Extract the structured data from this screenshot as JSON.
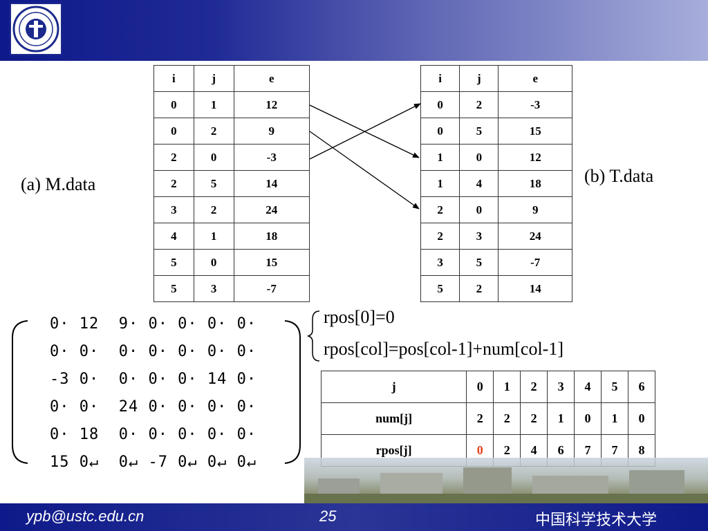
{
  "labels": {
    "m_data": "(a) M.data",
    "t_data": "(b) T.data"
  },
  "headers": {
    "i": "i",
    "j": "j",
    "e": "e"
  },
  "m_rows": [
    [
      "0",
      "1",
      "12"
    ],
    [
      "0",
      "2",
      "9"
    ],
    [
      "2",
      "0",
      "-3"
    ],
    [
      "2",
      "5",
      "14"
    ],
    [
      "3",
      "2",
      "24"
    ],
    [
      "4",
      "1",
      "18"
    ],
    [
      "5",
      "0",
      "15"
    ],
    [
      "5",
      "3",
      "-7"
    ]
  ],
  "t_rows": [
    [
      "0",
      "2",
      "-3"
    ],
    [
      "0",
      "5",
      "15"
    ],
    [
      "1",
      "0",
      "12"
    ],
    [
      "1",
      "4",
      "18"
    ],
    [
      "2",
      "0",
      "9"
    ],
    [
      "2",
      "3",
      "24"
    ],
    [
      "3",
      "5",
      "-7"
    ],
    [
      "5",
      "2",
      "14"
    ]
  ],
  "formulas": {
    "f1": "rpos[0]=0",
    "f2": "rpos[col]=pos[col-1]+num[col-1]"
  },
  "rpos_table": {
    "row_labels": [
      "j",
      "num[j]",
      "rpos[j]"
    ],
    "j": [
      "0",
      "1",
      "2",
      "3",
      "4",
      "5",
      "6"
    ],
    "num": [
      "2",
      "2",
      "2",
      "1",
      "0",
      "1",
      "0"
    ],
    "rpos": [
      "0",
      "2",
      "4",
      "6",
      "7",
      "7",
      "8"
    ],
    "highlight_color": "#e8401c"
  },
  "matrix_rows": [
    "0· 12  9· 0· 0· 0· 0·",
    "0· 0·  0· 0· 0· 0· 0·",
    "-3 0·  0· 0· 0· 14 0·",
    "0· 0·  24 0· 0· 0· 0·",
    "0· 18  0· 0· 0· 0· 0·",
    "15 0↵  0↵ -7 0↵ 0↵ 0↵"
  ],
  "footer": {
    "email": "ypb@ustc.edu.cn",
    "page": "25",
    "org": "中国科学技术大学"
  },
  "colors": {
    "header": "#1b2a8c",
    "footer": "#0f1a8a"
  }
}
